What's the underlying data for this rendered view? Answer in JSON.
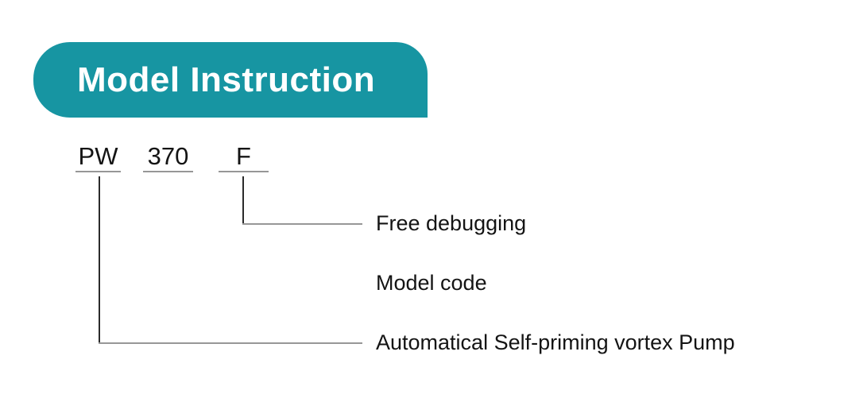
{
  "header": {
    "title": "Model Instruction"
  },
  "diagram": {
    "model_example": "PW 370 F",
    "code_parts": [
      {
        "code": "PW",
        "label": "Automatical Self-priming vortex Pump"
      },
      {
        "code": "370",
        "label": "Model code"
      },
      {
        "code": "F",
        "label": "Free debugging"
      }
    ]
  },
  "colors": {
    "accent_teal": "#1795A2",
    "line_gray": "#979797",
    "line_dark": "#2b2b2b",
    "text_dark": "#141414",
    "header_text": "#ffffff",
    "page_bg": "#ffffff"
  }
}
